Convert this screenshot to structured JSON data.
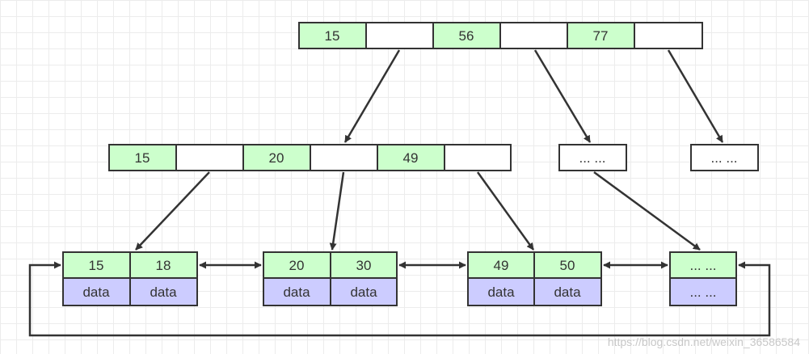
{
  "colors": {
    "key_fill": "#ccffcc",
    "pointer_fill": "#ffffff",
    "data_fill": "#ccccff",
    "stroke": "#333333",
    "text": "#333333"
  },
  "root": [
    "15",
    "",
    "56",
    "",
    "77",
    ""
  ],
  "internal": [
    "15",
    "",
    "20",
    "",
    "49",
    ""
  ],
  "placeholders": [
    "... ...",
    "... ..."
  ],
  "leaves": [
    {
      "keys": [
        "15",
        "18"
      ],
      "data": [
        "data",
        "data"
      ]
    },
    {
      "keys": [
        "20",
        "30"
      ],
      "data": [
        "data",
        "data"
      ]
    },
    {
      "keys": [
        "49",
        "50"
      ],
      "data": [
        "data",
        "data"
      ]
    },
    {
      "keys": [
        "... ..."
      ],
      "data": [
        "... ..."
      ]
    }
  ],
  "watermark": "https://blog.csdn.net/weixin_36586584"
}
